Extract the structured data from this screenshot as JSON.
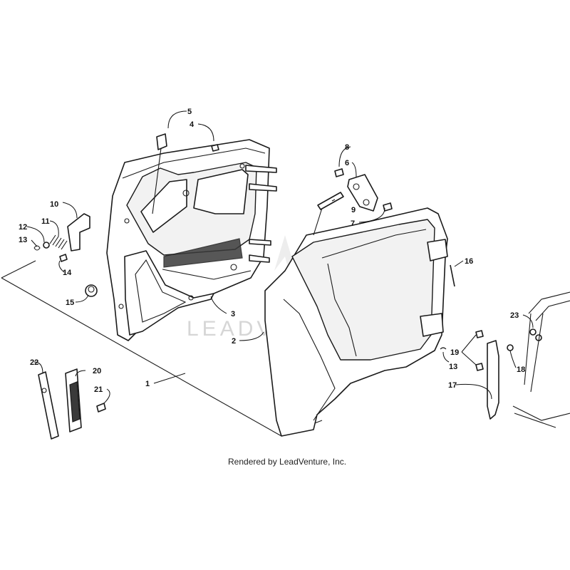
{
  "watermark": "LEADVENTURE",
  "footer": "Rendered by LeadVenture, Inc.",
  "callouts": [
    "1",
    "2",
    "3",
    "4",
    "5",
    "6",
    "7",
    "8",
    "9",
    "10",
    "11",
    "12",
    "13",
    "13",
    "14",
    "15",
    "16",
    "17",
    "18",
    "19",
    "20",
    "21",
    "22",
    "23"
  ]
}
